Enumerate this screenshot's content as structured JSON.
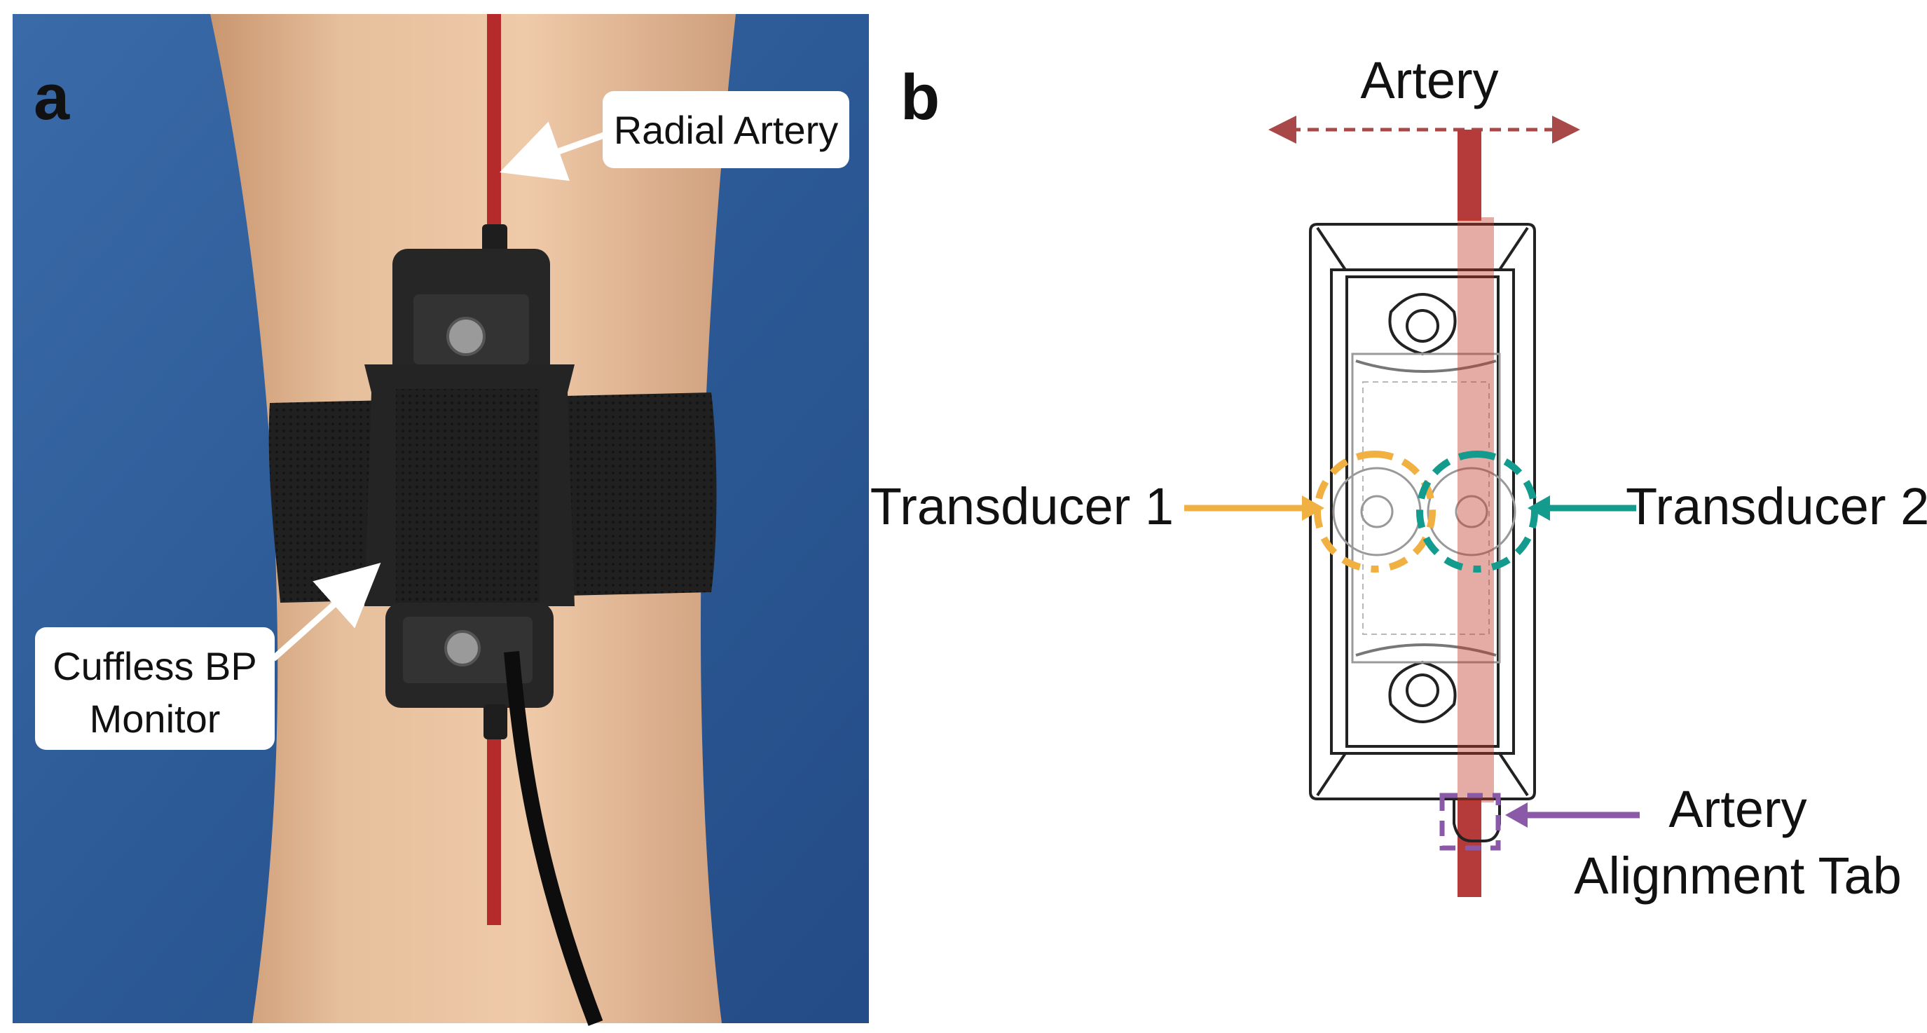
{
  "panel_a": {
    "letter": "a",
    "callouts": {
      "radial_artery": "Radial Artery",
      "monitor_line1": "Cuffless BP",
      "monitor_line2": "Monitor"
    }
  },
  "panel_b": {
    "letter": "b",
    "artery_label": "Artery",
    "transducer1": "Transducer 1",
    "transducer2": "Transducer 2",
    "tab_line1": "Artery",
    "tab_line2": "Alignment Tab"
  },
  "colors": {
    "artery": "#b52a2a",
    "artery_dashed": "#a84848",
    "transducer1": "#f0b042",
    "transducer2": "#139b8e",
    "alignment_tab": "#8a5aa8",
    "background_blue": "#2c5a96",
    "skin": "#e2b795",
    "strap": "#1c1c1c"
  }
}
